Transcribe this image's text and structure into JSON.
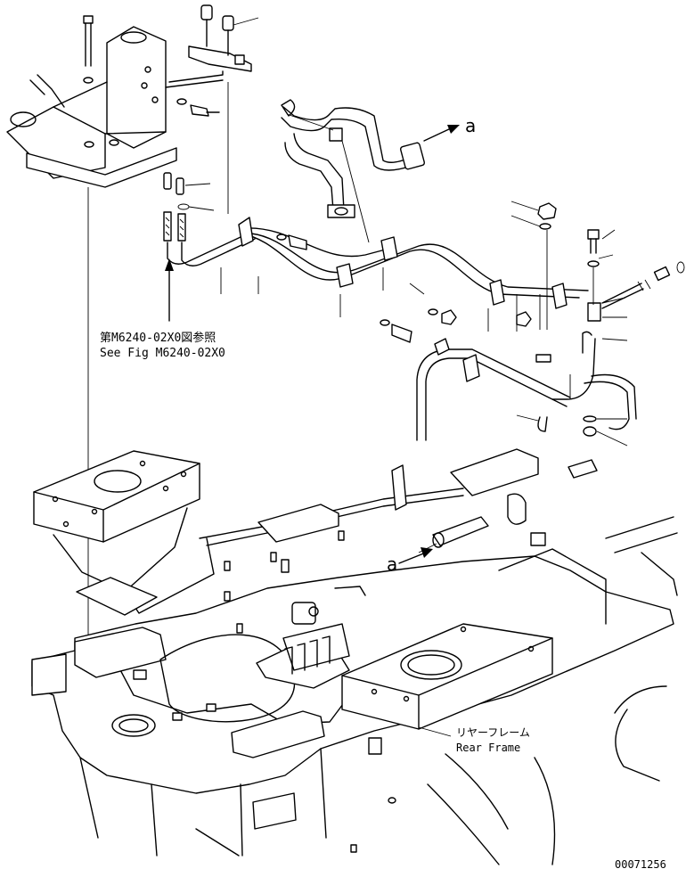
{
  "callouts": {
    "see_fig_jp": "第M6240-02X0図参照",
    "see_fig_en": "See Fig M6240-02X0",
    "view_a_upper": "a",
    "view_a_lower": "a",
    "rear_frame_jp": "リヤーフレーム",
    "rear_frame_en": "Rear Frame"
  },
  "drawing_number": "00071256"
}
